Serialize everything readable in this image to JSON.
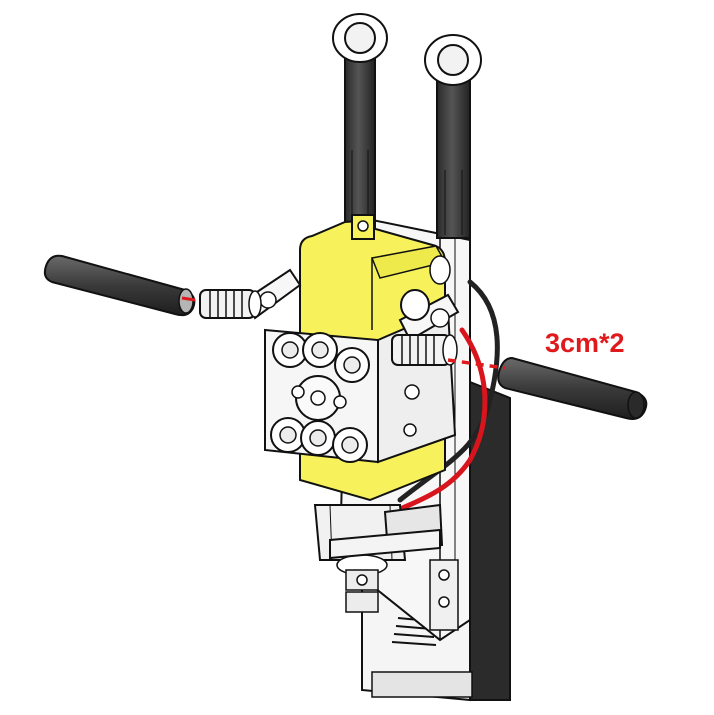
{
  "annotation": {
    "text": "3cm*2",
    "color": "#e0191c"
  },
  "colors": {
    "motor_body": "#f7f25c",
    "motor_shadow": "#d8d640",
    "rod": "#3a3a3a",
    "rod_highlight": "#6e6e6e",
    "outline": "#111111",
    "frame": "#f5f5f5",
    "battery_side": "#2b2b2b",
    "wire_red": "#d8141c",
    "wire_black": "#222222",
    "dash_red": "#e0191c"
  },
  "parts": [
    "upper-rod-left",
    "upper-rod-right",
    "side-rod-left",
    "side-rod-right",
    "gear-motor",
    "battery-box",
    "connector-pegs",
    "wires"
  ]
}
